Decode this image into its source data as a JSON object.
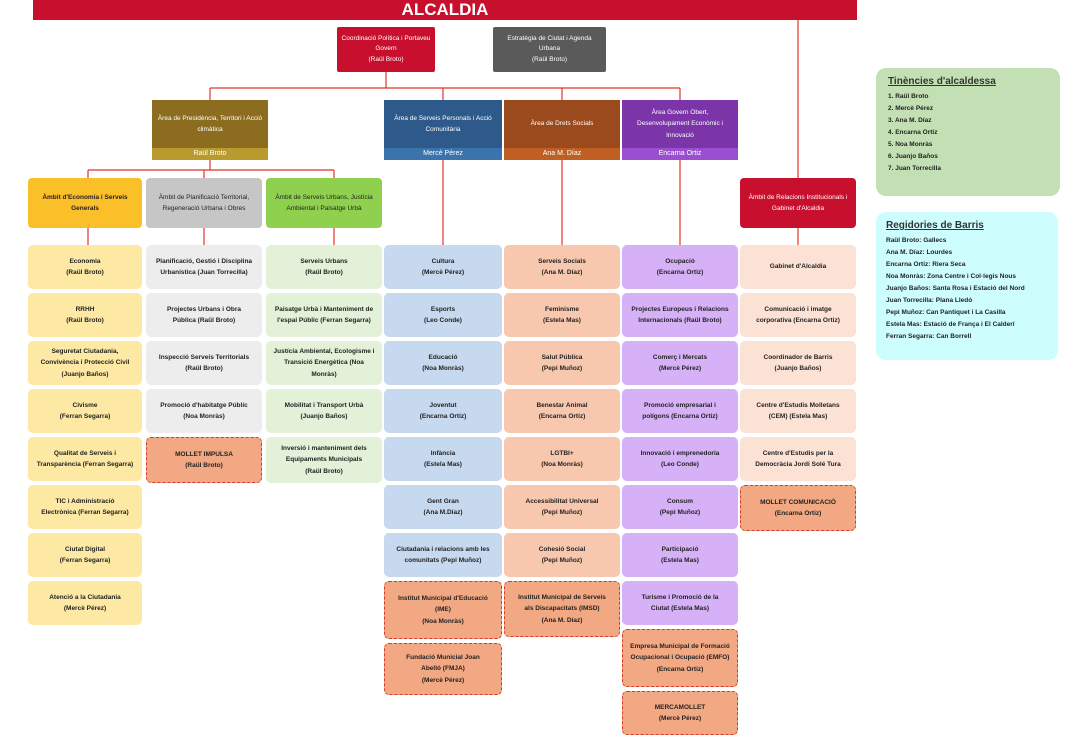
{
  "header": {
    "title": "ALCALDIA"
  },
  "top": {
    "coord": {
      "line1": "Coordinació Política i Portaveu",
      "line2": "Govern",
      "line3": "(Raül Broto)"
    },
    "estrategia": {
      "line1": "Estratègia de Ciutat i Agenda",
      "line2": "Urbana",
      "line3": "(Raül Broto)"
    }
  },
  "areas": [
    {
      "title": "Àrea de Presidència, Territori i Acció climàtica",
      "leader": "Raül Broto"
    },
    {
      "title": "Àrea de Serveis Personals i Acció Comunitària",
      "leader": "Mercè Pérez"
    },
    {
      "title": "Àrea de Drets Socials",
      "leader": "Ana M. Díaz"
    },
    {
      "title": "Àrea Govern Obert, Desenvolupament Econòmic i Innovació",
      "leader": "Encarna Ortiz"
    }
  ],
  "ambits": [
    {
      "title": "Àmbit d'Economia i  Serveis Generals"
    },
    {
      "title": "Àmbit de Planificació Territorial, Regeneració Urbana i Obres"
    },
    {
      "title": "Àmbit de Serveis Urbans, Justícia Ambiental i Paisatge Urbà"
    },
    {
      "title": "Àmbit de Relacions Institucionals i Gabinet d'Alcaldia"
    }
  ],
  "columns": [
    [
      {
        "l1": "Economia",
        "l2": "(Raül Broto)"
      },
      {
        "l1": "RRHH",
        "l2": "(Raül Broto)"
      },
      {
        "l1": "Seguretat Ciutadania,",
        "l2": "Convivència i Protecció Civil",
        "l3": "(Juanjo Baños)"
      },
      {
        "l1": "Civisme",
        "l2": "(Ferran Segarra)"
      },
      {
        "l1": "Qualitat de Serveis i",
        "l2": "Transparència (Ferran Segarra)"
      },
      {
        "l1": "TIC i Administració",
        "l2": "Electrònica (Ferran Segarra)"
      },
      {
        "l1": "Ciutat Digital",
        "l2": "(Ferran Segarra)"
      },
      {
        "l1": "Atenció a la Ciutadania",
        "l2": "(Mercè Pérez)"
      }
    ],
    [
      {
        "l1": "Planificació, Gestió i Disciplina",
        "l2": "Urbanística (Juan Torrecilla)"
      },
      {
        "l1": "Projectes Urbans i Obra",
        "l2": "Pública (Raül Broto)"
      },
      {
        "l1": "Inspecció Serveis Territorials",
        "l2": "(Raül Broto)"
      },
      {
        "l1": "Promoció d'habitatge Públic",
        "l2": "(Noa Monràs)"
      },
      {
        "l1": "MOLLET IMPULSA",
        "l2": "(Raül Broto)"
      }
    ],
    [
      {
        "l1": "Serveis Urbans",
        "l2": "(Raül Broto)"
      },
      {
        "l1": "Paisatge Urbà i Manteniment de",
        "l2": "l'espai Públic (Ferran Segarra)"
      },
      {
        "l1": "Justícia Ambiental,  Ecologisme i",
        "l2": "Transició Energètica (Noa",
        "l3": "Monràs)"
      },
      {
        "l1": "Mobilitat i Transport Urbà",
        "l2": "(Juanjo Baños)"
      },
      {
        "l1": "Inversió i manteniment dels",
        "l2": "Equipaments Municipals",
        "l3": "(Raül Broto)"
      }
    ],
    [
      {
        "l1": "Cultura",
        "l2": "(Mercè Pérez)"
      },
      {
        "l1": "Esports",
        "l2": "(Leo Conde)"
      },
      {
        "l1": "Educació",
        "l2": "(Noa Monràs)"
      },
      {
        "l1": "Joventut",
        "l2": "(Encarna Ortiz)"
      },
      {
        "l1": "Infància",
        "l2": "(Estela Mas)"
      },
      {
        "l1": "Gent Gran",
        "l2": "(Ana M.Díaz)"
      },
      {
        "l1": "Ciutadania i relacions amb les",
        "l2": "comunitats (Pepi Muñoz)"
      },
      {
        "l1": "Institut Municipal d'Educació",
        "l2": "(IME)",
        "l3": "(Noa Monràs)"
      },
      {
        "l1": "Fundació Municial Joan",
        "l2": "Abelló (FMJA)",
        "l3": "(Mercè Pérez)"
      }
    ],
    [
      {
        "l1": "Serveis Socials",
        "l2": "(Ana M. Díaz)"
      },
      {
        "l1": "Feminisme",
        "l2": "(Estela Mas)"
      },
      {
        "l1": "Salut Pública",
        "l2": "(Pepi Muñoz)"
      },
      {
        "l1": "Benestar Animal",
        "l2": "(Encarna Ortiz)"
      },
      {
        "l1": "LGTBI+",
        "l2": "(Noa Monràs)"
      },
      {
        "l1": "Accessibilitat Universal",
        "l2": "(Pepi Muñoz)"
      },
      {
        "l1": "Cohesió Social",
        "l2": "(Pepi Muñoz)"
      },
      {
        "l1": "Institut Municipal de Serveis",
        "l2": "als Discapacitats (IMSD)",
        "l3": "(Ana M. Díaz)"
      }
    ],
    [
      {
        "l1": "Ocupació",
        "l2": "(Encarna Ortiz)"
      },
      {
        "l1": "Projectes Europeus i Relacions",
        "l2": "Internacionals (Raül Broto)"
      },
      {
        "l1": "Comerç i Mercats",
        "l2": "(Mercè Pérez)"
      },
      {
        "l1": "Promoció empresarial i",
        "l2": "polígons (Encarna Ortiz)"
      },
      {
        "l1": "Innovació i emprenedoria",
        "l2": "(Leo Conde)"
      },
      {
        "l1": "Consum",
        "l2": "(Pepi Muñoz)"
      },
      {
        "l1": "Participació",
        "l2": "(Estela Mas)"
      },
      {
        "l1": "Turisme i Promoció de la",
        "l2": "Ciutat (Estela Mas)"
      },
      {
        "l1": "Empresa Municipal de Formació",
        "l2": "Ocupacional i Ocupació (EMFO)",
        "l3": "(Encarna Ortiz)"
      },
      {
        "l1": "MERCAMOLLET",
        "l2": "(Mercè Pérez)"
      }
    ],
    [
      {
        "l1": "Gabinet d'Alcaldia"
      },
      {
        "l1": "Comunicació i imatge",
        "l2": "corporativa (Encarna Ortiz)"
      },
      {
        "l1": "Coordinador de Barris",
        "l2": "(Juanjo Baños)"
      },
      {
        "l1": "Centre d'Estudis Molletans",
        "l2": "(CEM)  (Estela Mas)"
      },
      {
        "l1": "Centre d'Estudis per la",
        "l2": "Democràcia Jordi Solé Tura"
      },
      {
        "l1": "MOLLET COMUNICACIÓ",
        "l2": "(Encarna Ortiz)"
      }
    ]
  ],
  "tinencies": {
    "title": "Tinències d'alcaldessa",
    "items": [
      "1. Raül Broto",
      "2. Mercè Pérez",
      "3. Ana M. Díaz",
      "4. Encarna Ortiz",
      "5. Noa Monràs",
      "6. Juanjo Baños",
      "7. Juan Torrecilla"
    ]
  },
  "regidories": {
    "title": "Regidories de Barris",
    "items": [
      "Raül Broto: Gallecs",
      "Ana M. Díaz: Lourdes",
      "Encarna Ortiz: Riera Seca",
      "Noa Monràs: Zona Centre i Col·legis Nous",
      "Juanjo Baños: Santa Rosa i Estació del Nord",
      "Juan Torrecilla: Plana Lledó",
      "Pepi Muñoz: Can Pantiquet i La Casilla",
      "Estela Mas: Estació de França i El Calderí",
      "Ferran Segarra: Can Borrell"
    ]
  },
  "colors": {
    "red": "#c8102e",
    "gray": "#5a5a5a",
    "gold": "#8c6d1f",
    "blue": "#2d5a8a",
    "brown": "#9a4a1c",
    "purple": "#7b35a8"
  }
}
